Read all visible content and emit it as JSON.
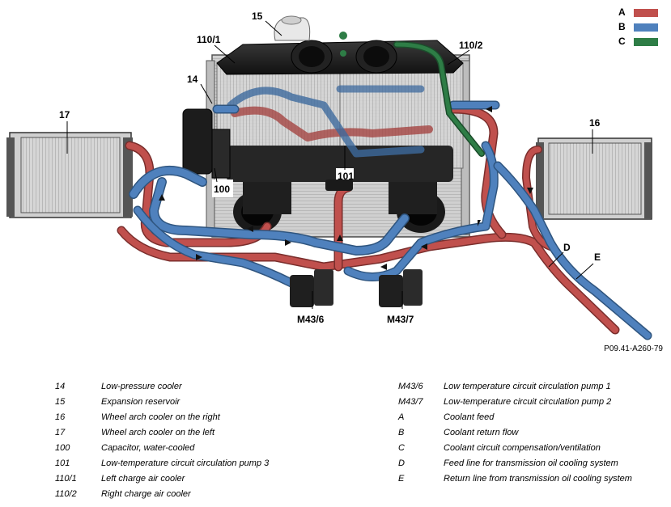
{
  "colors": {
    "feed": "#c0504d",
    "return": "#4f81bd",
    "vent": "#2e7d46"
  },
  "legend_key": [
    {
      "letter": "A",
      "color": "#c0504d"
    },
    {
      "letter": "B",
      "color": "#4f81bd"
    },
    {
      "letter": "C",
      "color": "#2e7d46"
    }
  ],
  "callouts": {
    "c15": "15",
    "c110_1": "110/1",
    "c110_2": "110/2",
    "c14": "14",
    "c17": "17",
    "c16": "16",
    "c100": "100",
    "c101": "101",
    "cD": "D",
    "cE": "E",
    "cM43_6": "M43/6",
    "cM43_7": "M43/7"
  },
  "reference": "P09.41-A260-79",
  "legend_left": [
    {
      "code": "14",
      "text": "Low-pressure cooler"
    },
    {
      "code": "15",
      "text": "Expansion reservoir"
    },
    {
      "code": "16",
      "text": "Wheel arch cooler on the right"
    },
    {
      "code": "17",
      "text": "Wheel arch cooler on the left"
    },
    {
      "code": "100",
      "text": "Capacitor, water-cooled"
    },
    {
      "code": "101",
      "text": "Low-temperature circuit circulation pump 3"
    },
    {
      "code": "110/1",
      "text": "Left charge air cooler"
    },
    {
      "code": "110/2",
      "text": "Right charge air cooler"
    }
  ],
  "legend_right": [
    {
      "code": "M43/6",
      "text": "Low temperature circuit circulation pump 1"
    },
    {
      "code": "M43/7",
      "text": "Low-temperature circuit circulation pump 2"
    },
    {
      "code": "A",
      "text": "Coolant feed"
    },
    {
      "code": "B",
      "text": "Coolant return flow"
    },
    {
      "code": "C",
      "text": "Coolant circuit compensation/ventilation"
    },
    {
      "code": "D",
      "text": "Feed line for transmission oil cooling system"
    },
    {
      "code": "E",
      "text": "Return line from transmission oil cooling system"
    }
  ]
}
